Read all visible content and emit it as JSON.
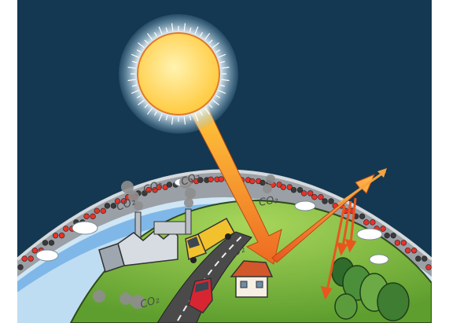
{
  "diagram": {
    "labels": {
      "co2": "CO₂"
    },
    "components": [
      "sun",
      "solar-radiation",
      "atmosphere",
      "earth",
      "factory",
      "truck",
      "car",
      "road",
      "house",
      "trees",
      "reflected-radiation"
    ],
    "colors": {
      "sky": "#143852",
      "sun": "#FFD75E",
      "sun_glow": "#CFE6F4",
      "arrow_start": "#FFB300",
      "arrow_end": "#E8561E",
      "atmosphere_band": "#9AA0A6",
      "air_layer": "#7FB8E8",
      "ground": "#8CC63F",
      "red_molecule": "#E63329",
      "dark_molecule": "#3A3A3A",
      "truck_cab": "#F2C12E",
      "car": "#D72632",
      "house_roof": "#D2572A"
    }
  }
}
